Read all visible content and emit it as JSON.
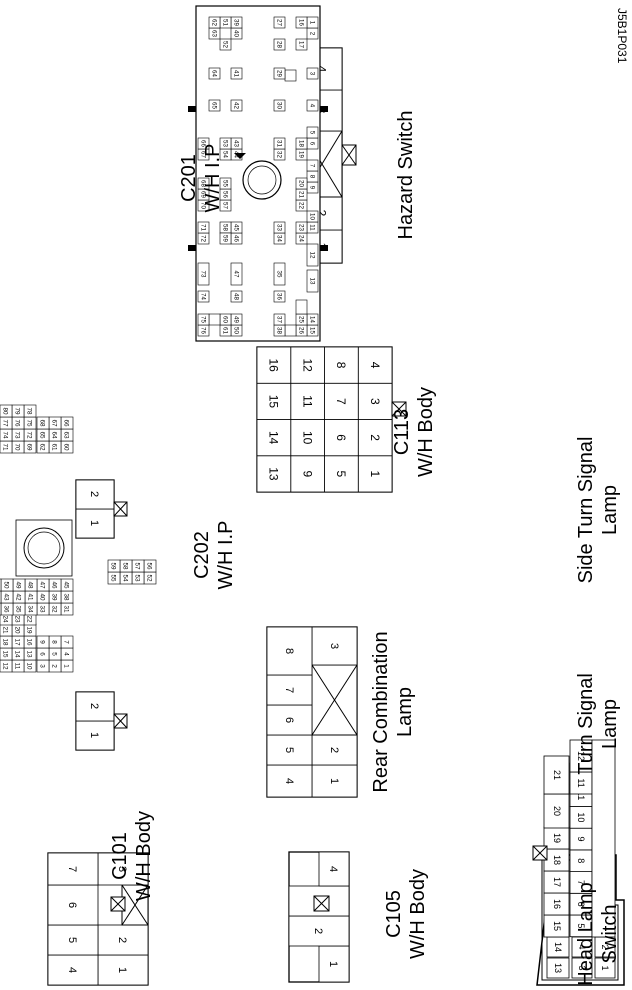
{
  "figure_id": "J5B1P031",
  "connectors": {
    "c201": {
      "name": "C201",
      "subtitle": "W/H I.P",
      "pins": [
        "1",
        "2",
        "3",
        "4",
        "5",
        "6",
        "7",
        "8",
        "9",
        "10",
        "11",
        "12",
        "13",
        "14",
        "15",
        "16",
        "17",
        "18",
        "19",
        "20",
        "21",
        "22",
        "23",
        "24",
        "25",
        "26",
        "27",
        "28",
        "29",
        "30",
        "31",
        "32",
        "33",
        "34",
        "35",
        "36",
        "37",
        "38",
        "39",
        "40",
        "41",
        "42",
        "43",
        "44",
        "45",
        "46",
        "47",
        "48",
        "49",
        "50",
        "51",
        "52",
        "53",
        "54",
        "55",
        "56",
        "57",
        "58",
        "59",
        "60",
        "61",
        "62",
        "63",
        "64",
        "65",
        "66",
        "67",
        "68",
        "69",
        "70",
        "71",
        "72",
        "73",
        "74",
        "75",
        "76"
      ]
    },
    "hazard": {
      "name": "Hazard Switch",
      "pins": [
        "1",
        "2",
        "3",
        "4",
        "5",
        "6",
        "7",
        "8",
        "9",
        "10"
      ]
    },
    "c202": {
      "name": "C202",
      "subtitle": "W/H I.P",
      "pins": [
        "1",
        "2",
        "3",
        "4",
        "5",
        "6",
        "7",
        "8",
        "9",
        "10",
        "11",
        "12",
        "13",
        "14",
        "15",
        "16",
        "17",
        "18",
        "19",
        "20",
        "21",
        "22",
        "23",
        "24",
        "25",
        "26",
        "27",
        "28",
        "29",
        "30",
        "31",
        "32",
        "33",
        "34",
        "35",
        "36",
        "37",
        "38",
        "39",
        "40",
        "41",
        "42",
        "43",
        "44",
        "45",
        "46",
        "47",
        "48",
        "49",
        "50",
        "51",
        "52",
        "53",
        "54",
        "55",
        "56",
        "57",
        "58",
        "59",
        "60",
        "61",
        "62",
        "63",
        "64",
        "65",
        "66",
        "67",
        "68",
        "69",
        "70",
        "71",
        "72",
        "73",
        "74",
        "75",
        "76",
        "77",
        "78",
        "79",
        "80",
        "81",
        "82",
        "83",
        "84",
        "85",
        "86",
        "87",
        "88",
        "89"
      ]
    },
    "c113": {
      "name": "C113",
      "subtitle": "W/H Body",
      "pins": [
        "1",
        "2",
        "3",
        "4",
        "5",
        "6",
        "7",
        "8",
        "9",
        "10",
        "11",
        "12",
        "13",
        "14",
        "15",
        "16"
      ]
    },
    "side_turn": {
      "name": "Side Turn Signal",
      "subtitle": "Lamp",
      "pins": [
        "1",
        "2"
      ]
    },
    "rear_comb": {
      "name": "Rear Combination",
      "subtitle": "Lamp",
      "pins": [
        "1",
        "2",
        "3",
        "4",
        "5",
        "6",
        "7",
        "8"
      ]
    },
    "turn": {
      "name": "Turn Signal",
      "subtitle": "Lamp",
      "pins": [
        "1",
        "2"
      ]
    },
    "c101": {
      "name": "C101",
      "subtitle": "W/H Body",
      "pins": [
        "1",
        "2",
        "3",
        "4",
        "5",
        "6",
        "7",
        "8",
        "9",
        "10",
        "11",
        "12",
        "13",
        "14",
        "15",
        "16",
        "17",
        "18",
        "19",
        "20",
        "21"
      ]
    },
    "c105": {
      "name": "C105",
      "subtitle": "W/H Body",
      "pins": [
        "1",
        "2",
        "3",
        "4"
      ]
    },
    "head_lamp": {
      "name": "Head Lamp",
      "subtitle": "Switch",
      "pins": [
        "1",
        "2",
        "3",
        "4",
        "5",
        "6",
        "7"
      ]
    }
  }
}
